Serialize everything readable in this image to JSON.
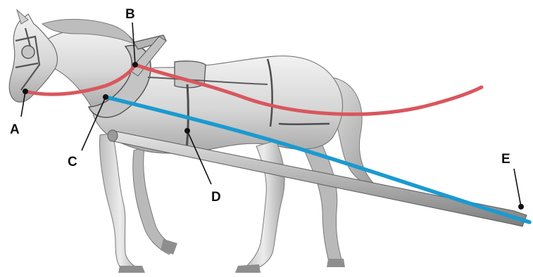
{
  "labels": {
    "a": "A",
    "b": "B",
    "c": "C",
    "d": "D",
    "e": "E"
  },
  "colors": {
    "red_rein": "#d9575e",
    "blue_line": "#1a9ad0",
    "horse_fill": "#d4d4d4",
    "shaft_fill": "#b6b6b6",
    "leader_line": "#111111"
  },
  "icons": {
    "horse": "harnessed-horse-illustration",
    "shaft": "cart-shaft"
  }
}
